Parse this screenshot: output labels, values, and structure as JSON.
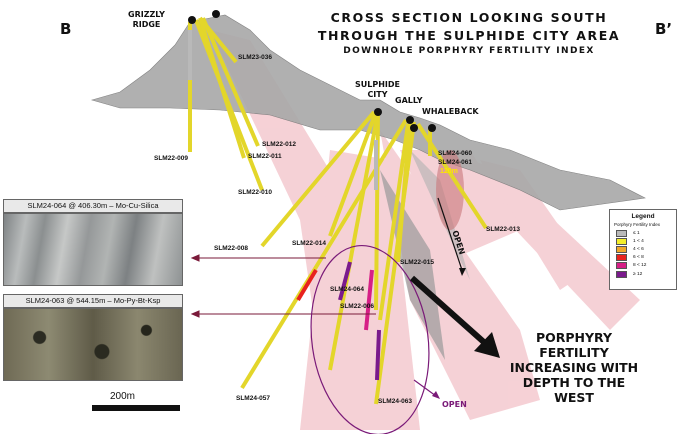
{
  "title_lines": [
    "CROSS SECTION LOOKING SOUTH",
    "THROUGH THE SULPHIDE CITY AREA",
    "DOWNHOLE PORPHYRY FERTILITY INDEX"
  ],
  "corners": {
    "left": "B",
    "right": "B’"
  },
  "peaks": {
    "grizzly": "GRIZZLY\nRIDGE",
    "sulphide": "SULPHIDE\nCITY",
    "gally": "GALLY",
    "whaleback": "WHALEBACK"
  },
  "holes": [
    "SLM23-036",
    "SLM22-012",
    "SLM22-011",
    "SLM22-009",
    "SLM22-010",
    "SLM22-008",
    "SLM22-014",
    "SLM24-064",
    "SLM22-015",
    "SLM22-006",
    "SLM24-057",
    "SLM24-063",
    "SLM24-060",
    "SLM24-061",
    "SLM22-013"
  ],
  "intercept": "120m",
  "core_photos": [
    {
      "caption": "SLM24-064 @ 406.30m – Mo-Cu-Silica"
    },
    {
      "caption": "SLM24-063 @ 544.15m – Mo-Py-Bt-Ksp"
    }
  ],
  "legend": {
    "title": "Legend",
    "subtitle": "Porphyry Fertility Index",
    "items": [
      {
        "label": "≤ 1",
        "color": "#b9b9b9"
      },
      {
        "label": "1 < 4",
        "color": "#f4ee2a"
      },
      {
        "label": "4 < 6",
        "color": "#f0a82a"
      },
      {
        "label": "6 < 8",
        "color": "#e8231e"
      },
      {
        "label": "8 < 12",
        "color": "#d61f86"
      },
      {
        "label": "≥ 12",
        "color": "#7a1a8c"
      }
    ]
  },
  "open_labels": [
    "OPEN",
    "OPEN"
  ],
  "conclusion": "PORPHYRY\nFERTILITY\nINCREASING WITH\nDEPTH TO THE\nWEST",
  "scale_label": "200m"
}
